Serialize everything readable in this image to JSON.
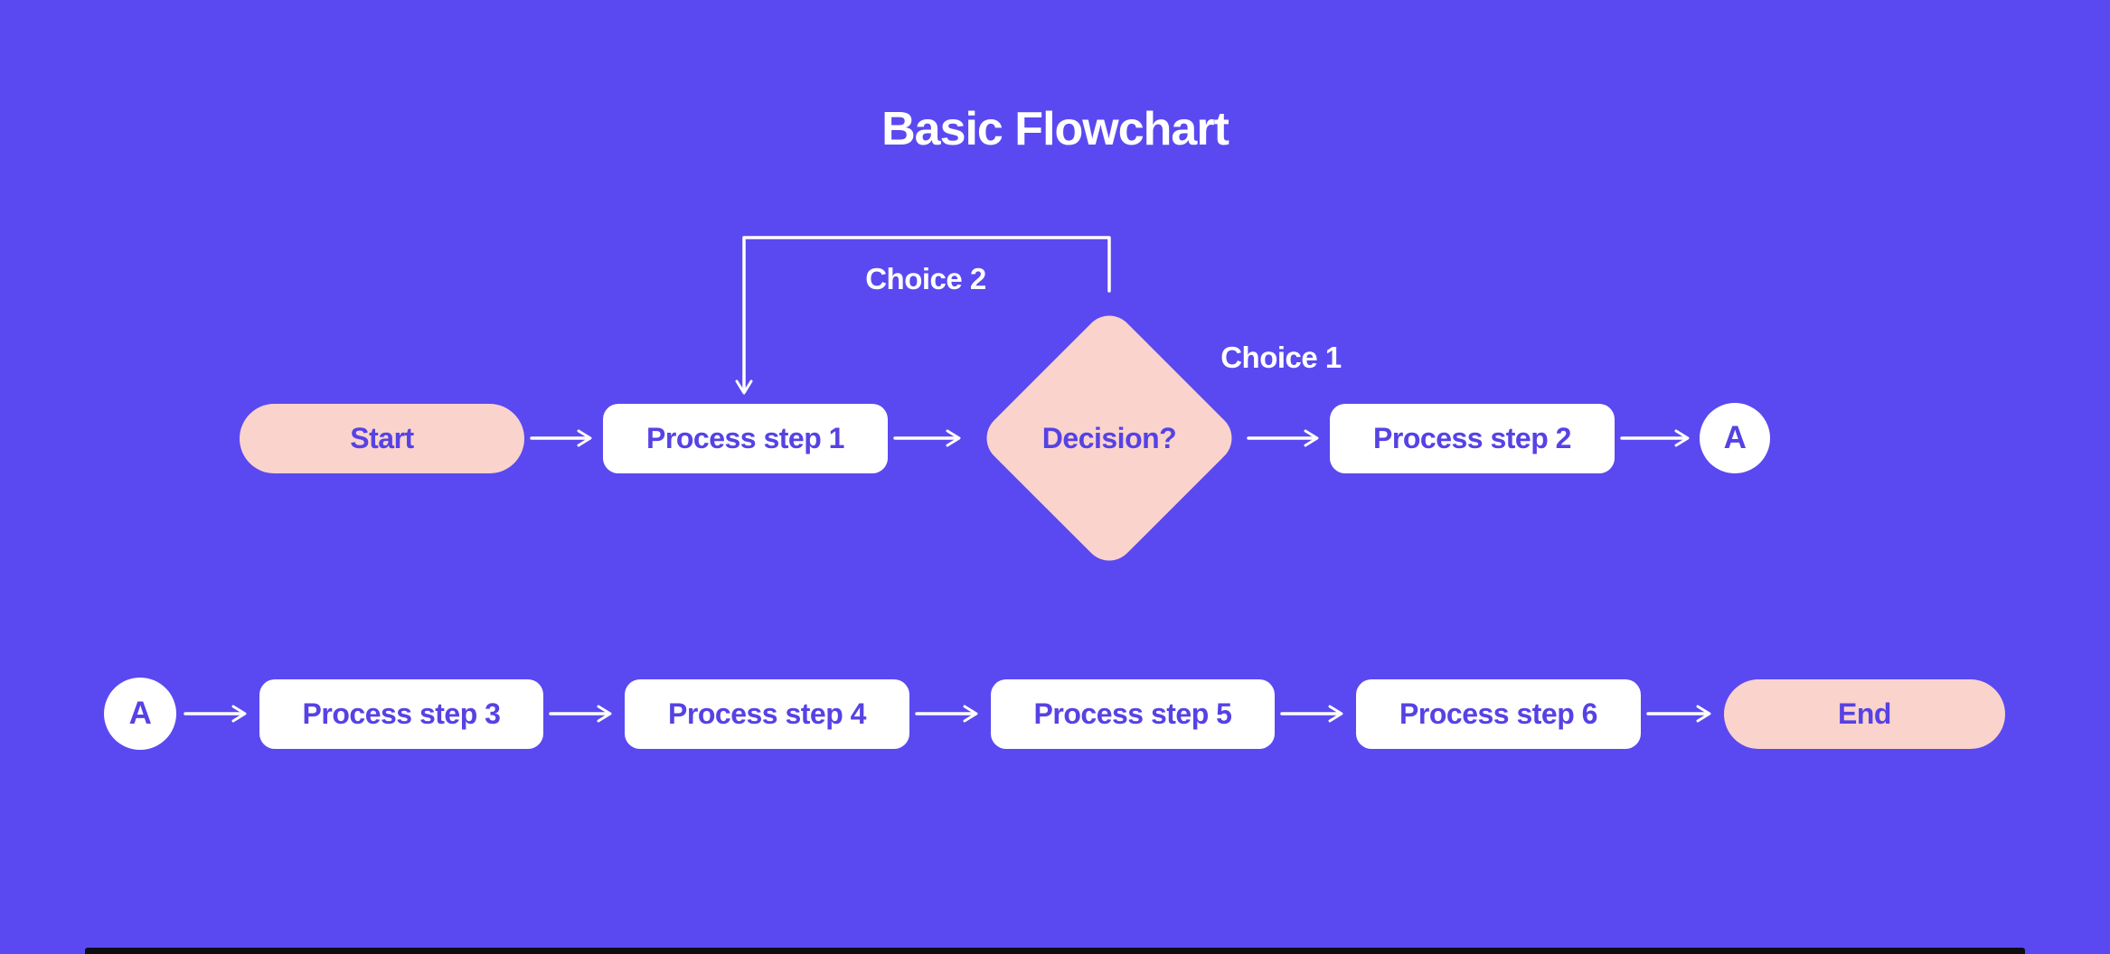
{
  "title": "Basic Flowchart",
  "colors": {
    "background": "#5a49f0",
    "node_fill": "#ffffff",
    "accent_fill": "#fad3cc",
    "node_text": "#5642e4",
    "line": "#ffffff",
    "footer_bar": "#0d0d14"
  },
  "nodes": {
    "start": "Start",
    "step1": "Process step 1",
    "decision": "Decision?",
    "step2": "Process step 2",
    "connector_a_row1": "A",
    "connector_a_row2": "A",
    "step3": "Process step 3",
    "step4": "Process step 4",
    "step5": "Process step 5",
    "step6": "Process step 6",
    "end": "End"
  },
  "edge_labels": {
    "choice1": "Choice 1",
    "choice2": "Choice 2"
  }
}
